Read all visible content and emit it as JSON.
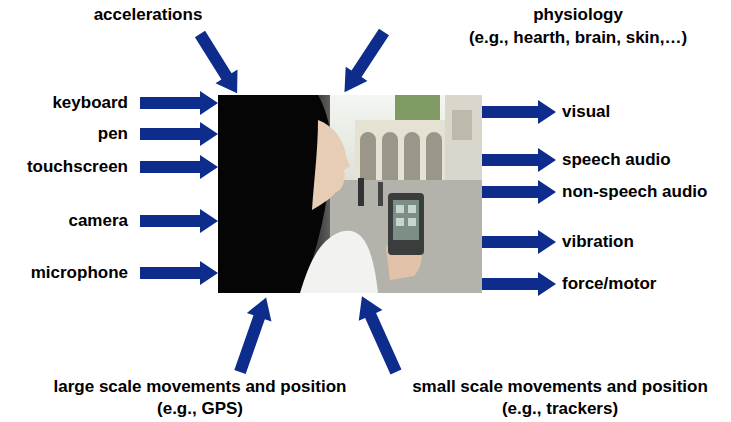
{
  "diagram": {
    "labels": [
      "accelerations",
      "physiology",
      "(e.g., hearth, brain, skin,…)",
      "keyboard",
      "pen",
      "touchscreen",
      "camera",
      "microphone",
      "visual",
      "speech audio",
      "non-speech audio",
      "vibration",
      "force/motor",
      "large scale movements and position",
      "(e.g., GPS)",
      "small scale movements and position",
      "(e.g., trackers)"
    ]
  }
}
